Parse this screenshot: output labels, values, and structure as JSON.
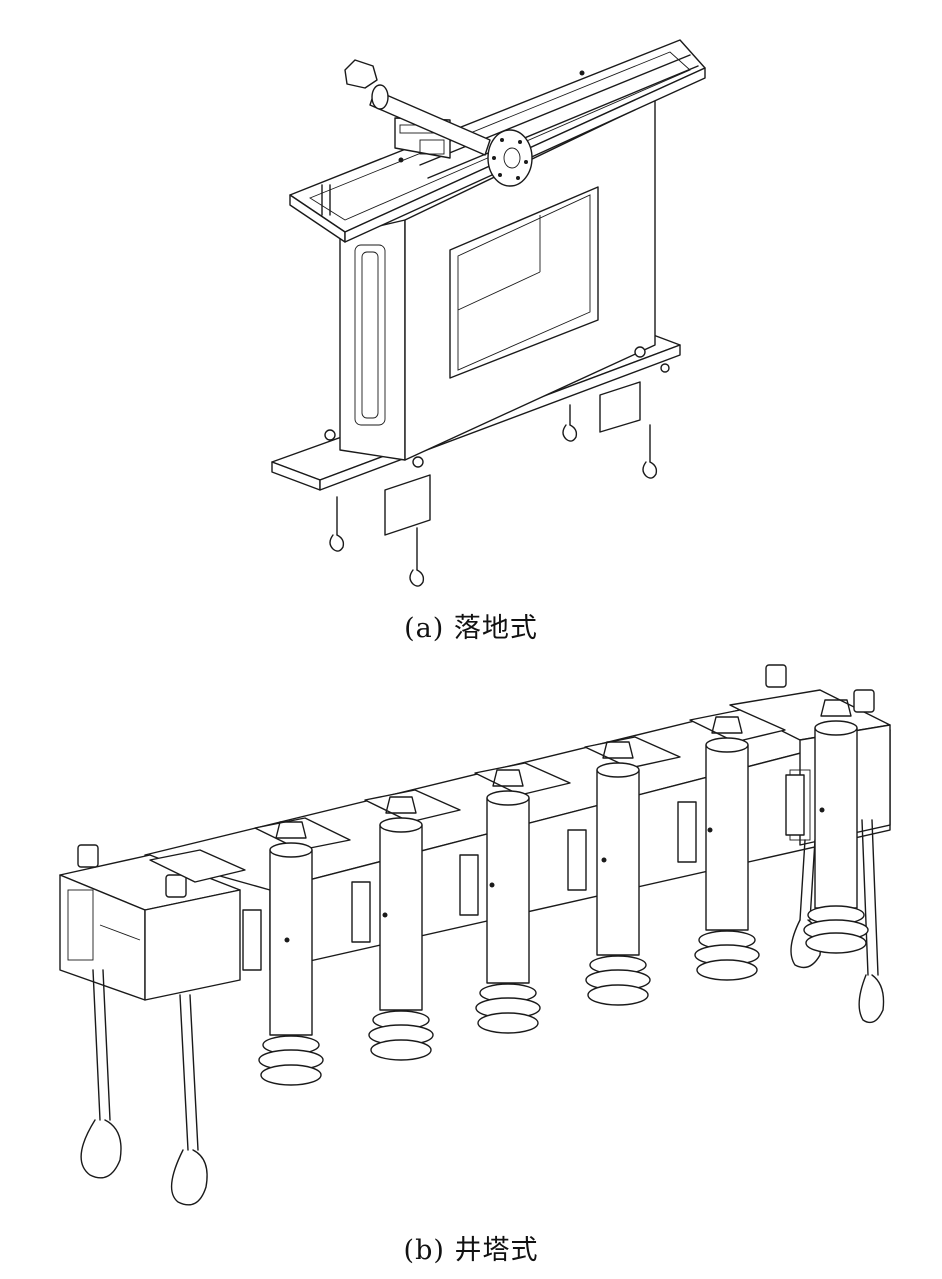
{
  "figures": [
    {
      "id": "a",
      "caption": "(a) 落地式"
    },
    {
      "id": "b",
      "caption": "(b) 井塔式"
    }
  ],
  "colors": {
    "line": "#1a1a1a",
    "background": "#ffffff"
  }
}
